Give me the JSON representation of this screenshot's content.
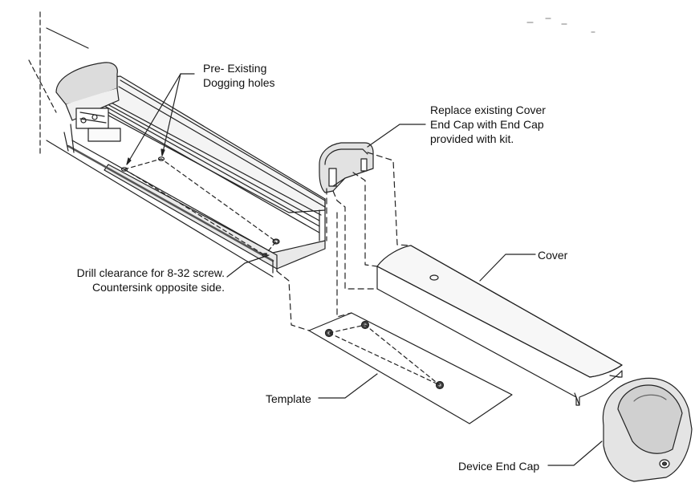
{
  "labels": {
    "dogging_holes": [
      "Pre- Existing",
      "Dogging holes"
    ],
    "replace_end_cap": [
      "Replace existing Cover",
      "End Cap with End Cap",
      "provided with kit."
    ],
    "cover": "Cover",
    "drill_clearance": [
      "Drill clearance for 8-32 screw.",
      "Countersink opposite side."
    ],
    "template": "Template",
    "device_end_cap": "Device End Cap"
  },
  "colors": {
    "line": "#222222",
    "shade": "#bdbdbd",
    "light_shade": "#e6e6e6",
    "background": "#ffffff"
  }
}
